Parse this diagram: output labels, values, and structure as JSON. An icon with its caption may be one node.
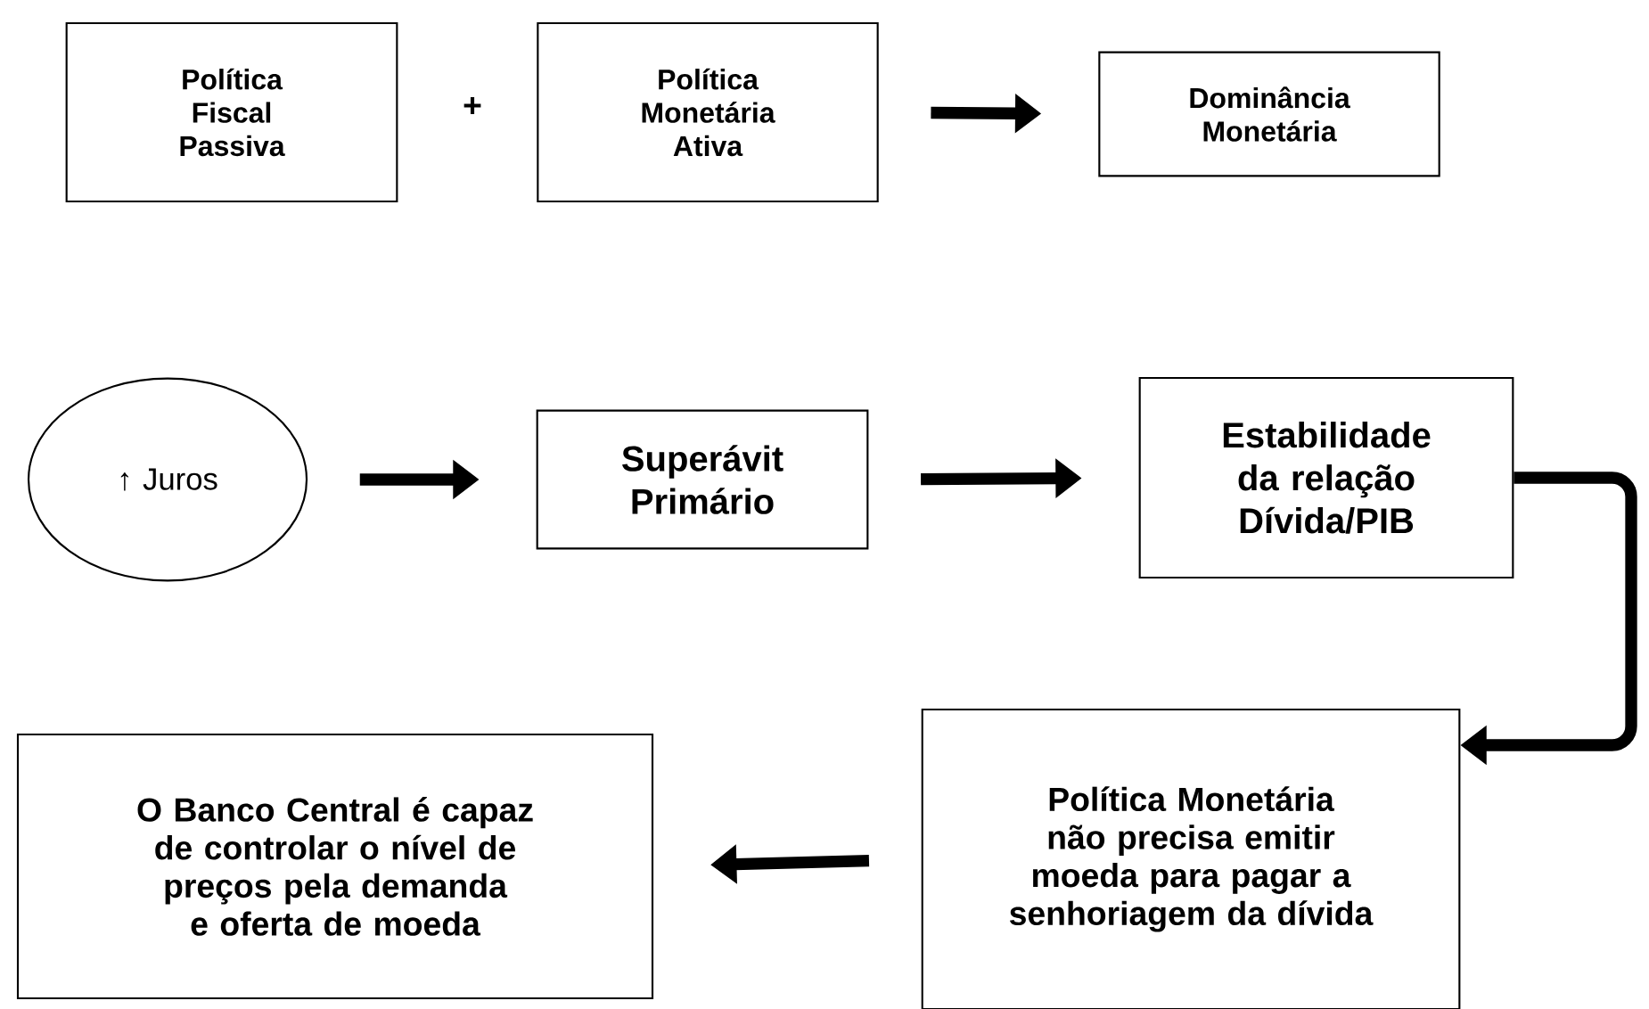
{
  "diagram": {
    "nodes": [
      {
        "text": [
          "Política Fiscal Passiva"
        ]
      },
      {
        "text": [
          "Política Monetária Ativa"
        ]
      },
      {
        "text": [
          "Dominância Monetária"
        ]
      },
      {
        "text": [
          "↑ Juros"
        ]
      },
      {
        "text": [
          "Superávit Primário"
        ]
      },
      {
        "text": [
          "Estabilidade da relação Dívida/PIB"
        ]
      },
      {
        "text": [
          "Política Monetária não precisa emitir moeda para pagar a senhoriagem da dívida"
        ]
      },
      {
        "text": [
          "O Banco Central é capaz de controlar o nível de preços pela demanda e oferta de moeda"
        ]
      }
    ],
    "edges": [
      {
        "from": 1,
        "to": 2,
        "arrow": "to"
      },
      {
        "from": 3,
        "to": 4,
        "arrow": "to"
      },
      {
        "from": 4,
        "to": 5,
        "arrow": "to"
      },
      {
        "from": 5,
        "to": 6,
        "arrow": "to"
      },
      {
        "from": 6,
        "to": 7,
        "arrow": "to"
      }
    ],
    "labels": [
      "+"
    ]
  }
}
